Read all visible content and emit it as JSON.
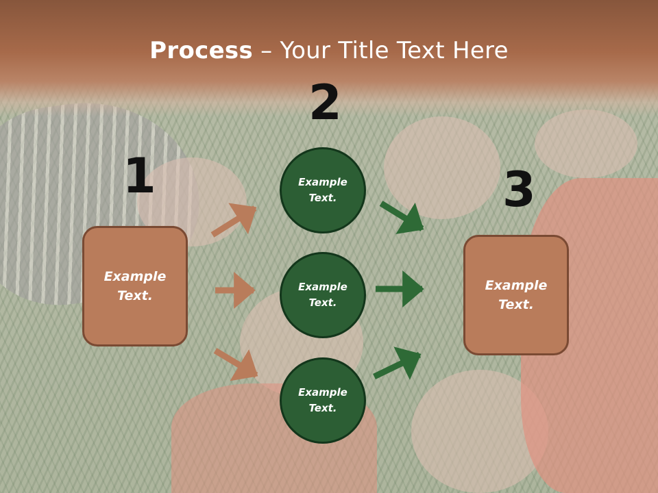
{
  "slide": {
    "title_bold": "Process",
    "title_rest": " – Your Title Text Here"
  },
  "steps": {
    "one": "1",
    "two": "2",
    "three": "3"
  },
  "nodes": {
    "left_box": "Example\nText.",
    "circle_top": "Example\nText.",
    "circle_middle": "Example\nText.",
    "circle_bottom": "Example\nText.",
    "right_box": "Example\nText."
  },
  "colors": {
    "header": "#a76a4a",
    "box_fill": "#b97c5b",
    "circle_fill": "#2c5e34",
    "arrow_brown": "#b97c5b",
    "arrow_green": "#2e6a36"
  }
}
